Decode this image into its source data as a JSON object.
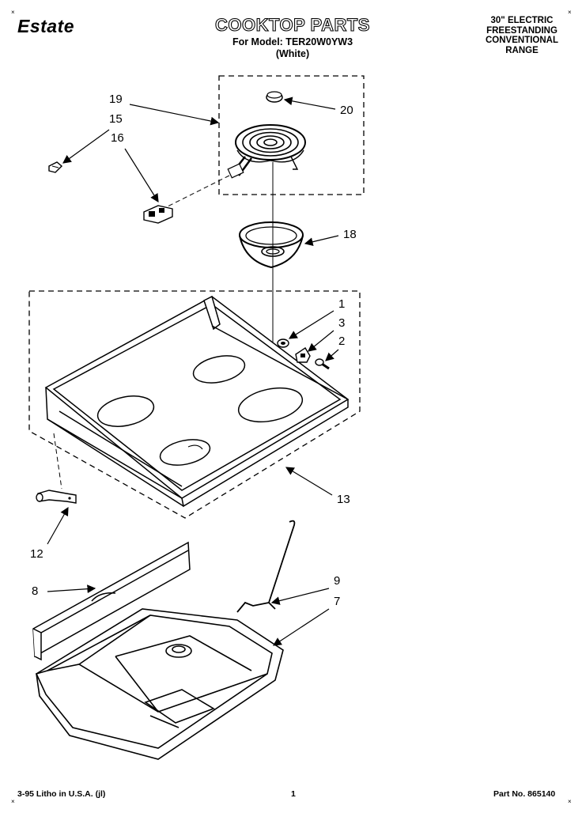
{
  "header": {
    "brand": "Estate",
    "title": "COOKTOP PARTS",
    "model_line": "For Model: TER20W0YW3",
    "color_line": "(White)",
    "range_lines": [
      "30\" ELECTRIC",
      "FREESTANDING",
      "CONVENTIONAL",
      "RANGE"
    ]
  },
  "callouts": {
    "c19": "19",
    "c15": "15",
    "c16": "16",
    "c20": "20",
    "c18": "18",
    "c1": "1",
    "c3": "3",
    "c2": "2",
    "c13": "13",
    "c12": "12",
    "c8": "8",
    "c9": "9",
    "c7": "7"
  },
  "footer": {
    "litho": "3-95 Litho in U.S.A. (jl)",
    "page": "1",
    "part_no": "Part No. 865140"
  }
}
